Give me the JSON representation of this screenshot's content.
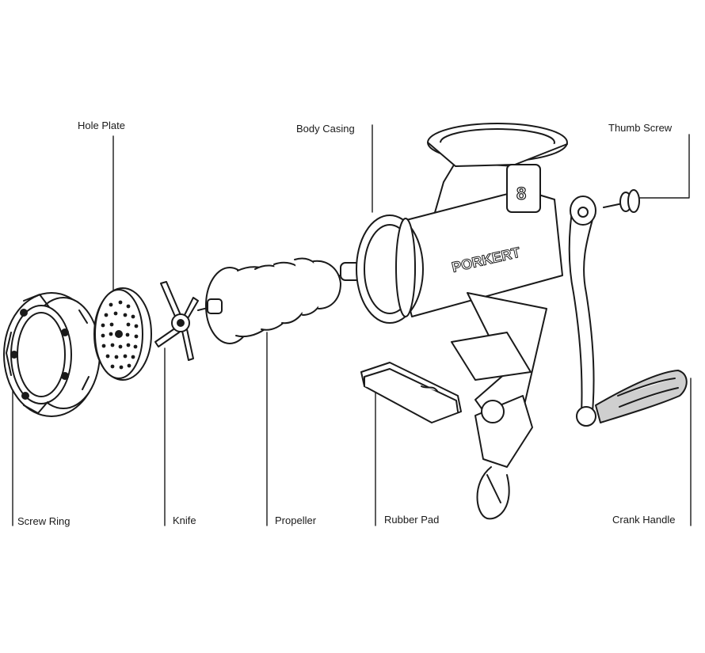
{
  "labels": {
    "hole_plate": "Hole Plate",
    "body_casing": "Body Casing",
    "thumb_screw": "Thumb Screw",
    "screw_ring": "Screw Ring",
    "knife": "Knife",
    "propeller": "Propeller",
    "rubber_pad": "Rubber Pad",
    "crank_handle": "Crank Handle"
  },
  "body_casing": {
    "brand": "PORKERT",
    "size_number": "8"
  },
  "colors": {
    "ink": "#1a1a1a",
    "paper": "#ffffff",
    "handle_wood": "#cfcfcf"
  }
}
